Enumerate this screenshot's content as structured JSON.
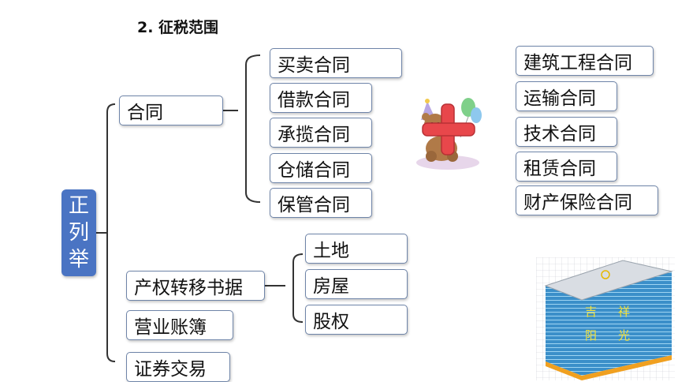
{
  "title": "2. 征税范围",
  "root": [
    "正",
    "列",
    "举"
  ],
  "categories": {
    "contract": "合同",
    "property": "产权转移书据",
    "ledger": "营业账簿",
    "securities": "证券交易"
  },
  "contracts_left": [
    "买卖合同",
    "借款合同",
    "承揽合同",
    "仓储合同",
    "保管合同"
  ],
  "contracts_right": [
    "建筑工程合同",
    "运输合同",
    "技术合同",
    "租赁合同",
    "财产保险合同"
  ],
  "property_items": [
    "土地",
    "房屋",
    "股权"
  ],
  "building_sign": [
    "吉",
    "祥",
    "阳",
    "光"
  ],
  "colors": {
    "root_bg": "#4a74c3",
    "box_border": "#6e84a8",
    "plus": "#e8474b",
    "building": "#3b8fc9"
  }
}
